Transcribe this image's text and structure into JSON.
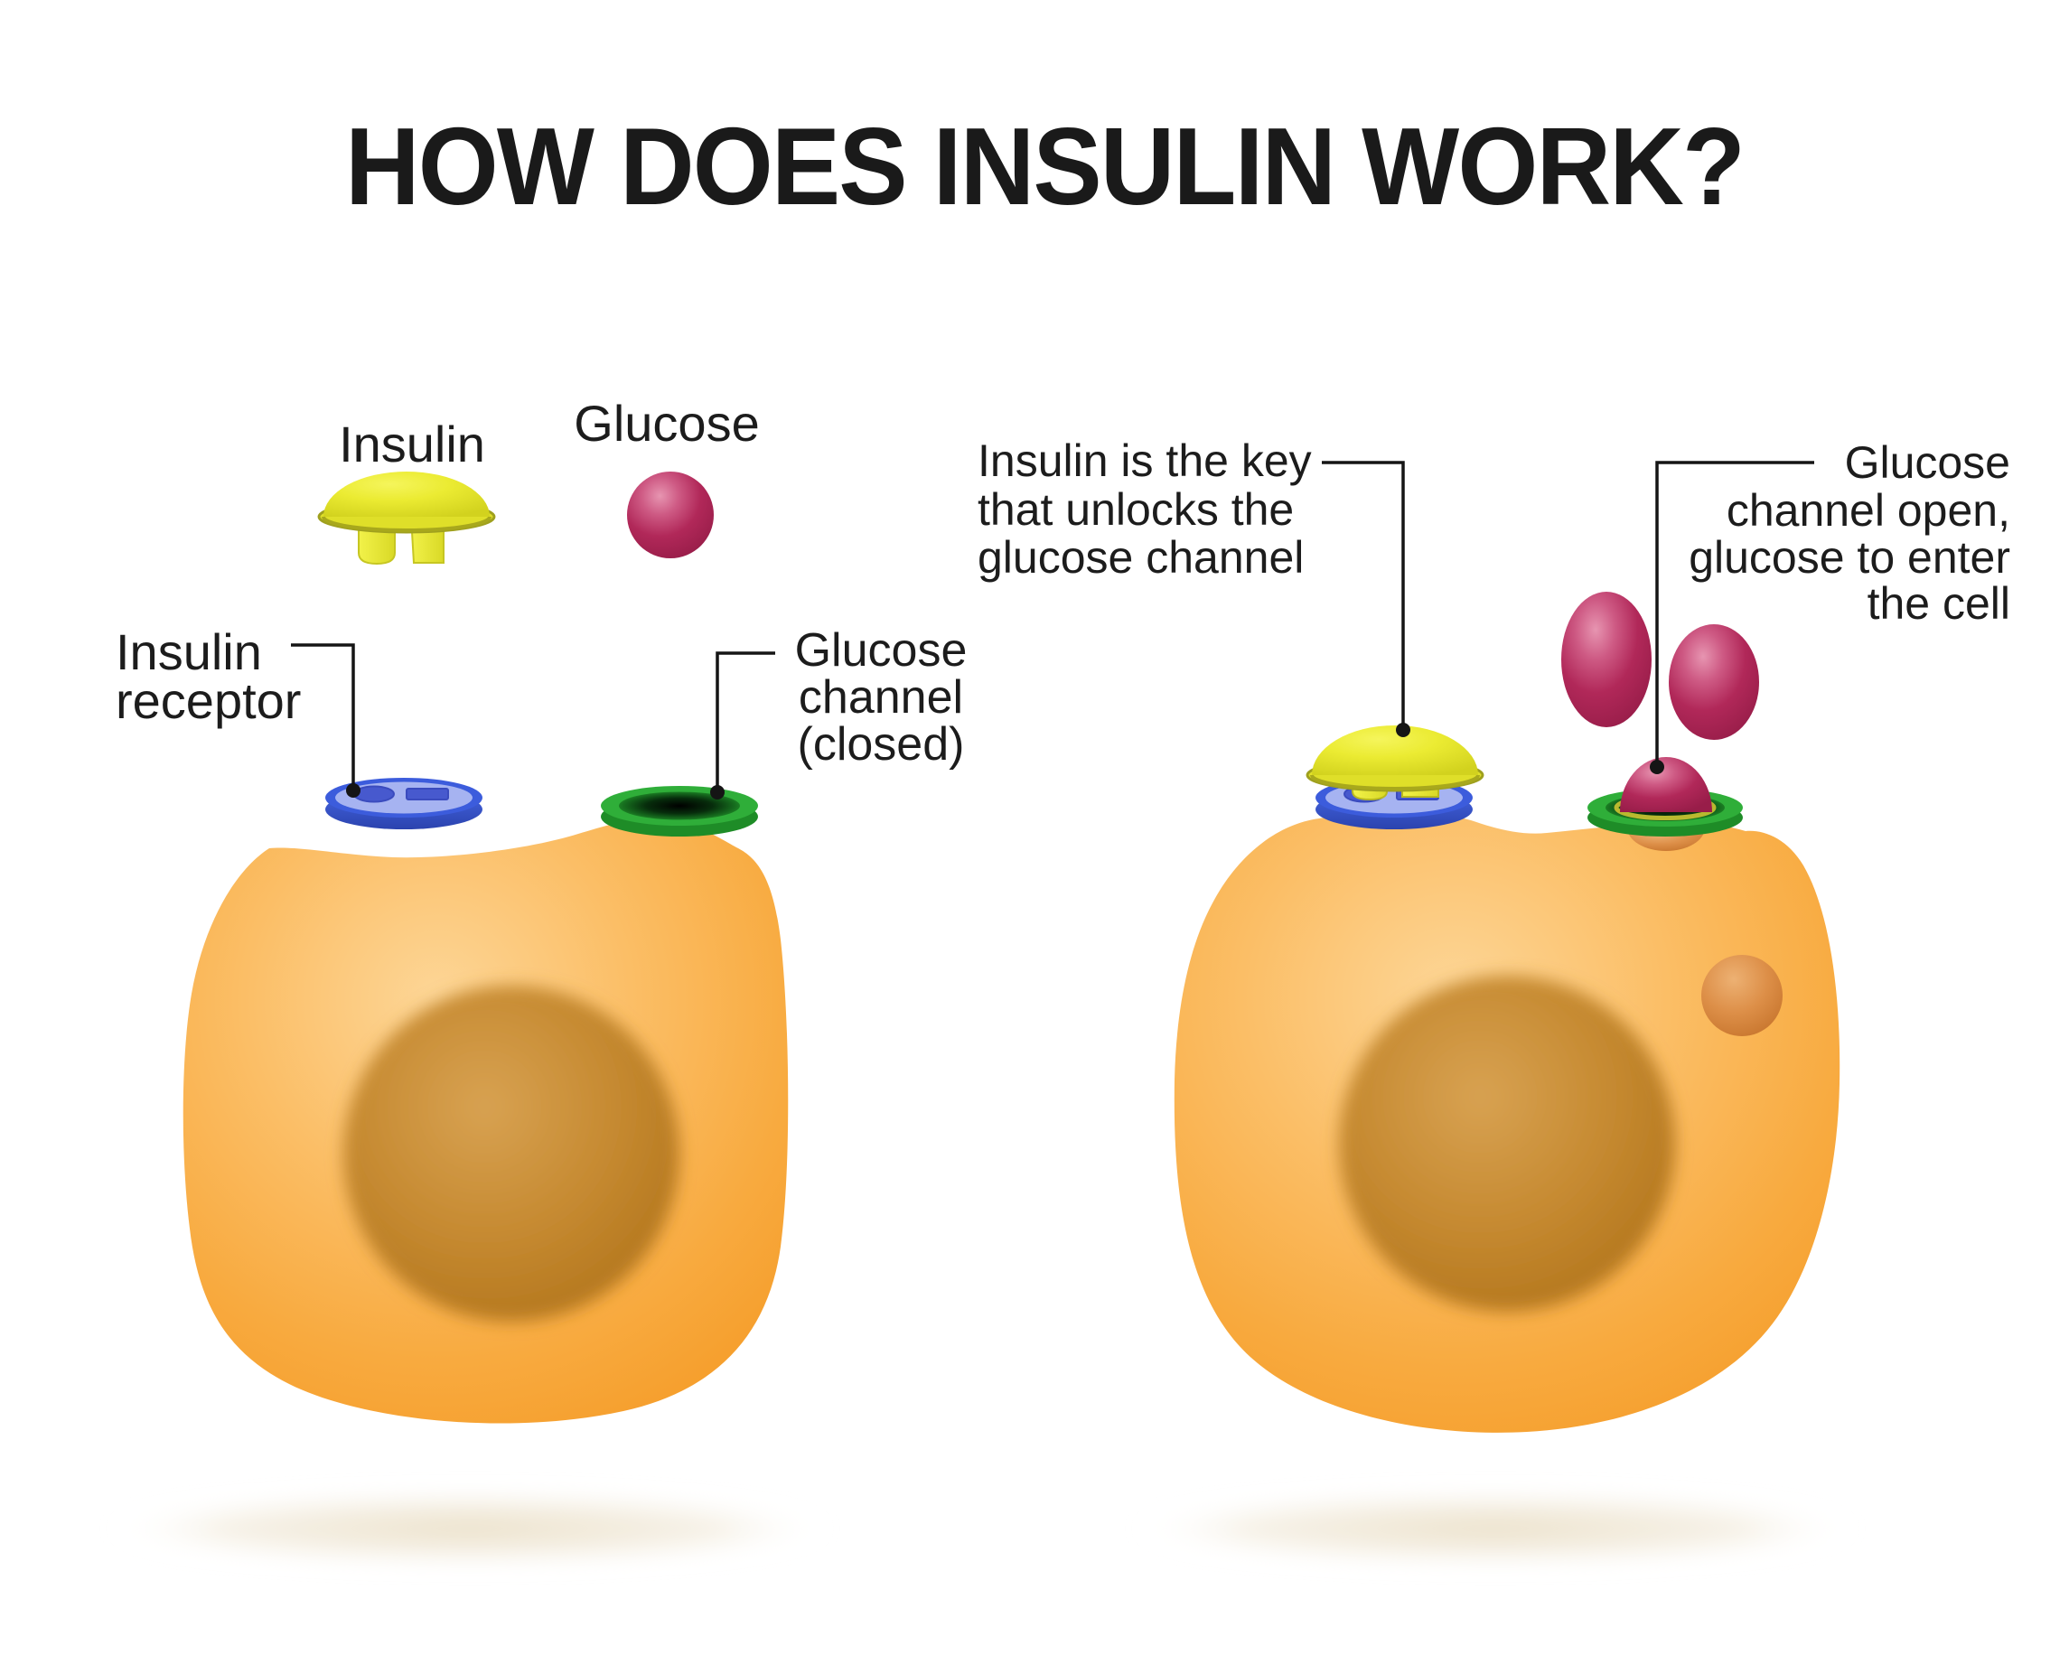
{
  "title": "HOW DOES INSULIN WORK?",
  "legend": {
    "insulin_label": "Insulin",
    "glucose_label": "Glucose"
  },
  "left_panel": {
    "receptor_label_line1": "Insulin",
    "receptor_label_line2": "receptor",
    "channel_closed_label_line1": "Glucose",
    "channel_closed_label_line2": "channel",
    "channel_closed_label_line3": "(closed)"
  },
  "right_panel": {
    "insulin_key_label_line1": "Insulin is the key",
    "insulin_key_label_line2": "that unlocks the",
    "insulin_key_label_line3": "glucose channel",
    "channel_open_label_line1": "Glucose",
    "channel_open_label_line2": "channel open,",
    "channel_open_label_line3": "glucose to enter",
    "channel_open_label_line4": "the cell"
  },
  "colors": {
    "background": "#FFFFFF",
    "title_text": "#1A1A1A",
    "cell_body_orange": "#F8A93C",
    "cell_highlight": "#FDD697",
    "nucleus_brown": "#C0842A",
    "insulin_yellow": "#EAEA2F",
    "glucose_magenta": "#B12859",
    "receptor_blue_outer": "#3C5CDC",
    "receptor_blue_face": "#A6B3F1",
    "channel_green": "#2FAE39",
    "channel_hole_dark": "#06280A",
    "glucose_inside_cell_orange": "#D98A3F",
    "leader_line": "#151515"
  }
}
